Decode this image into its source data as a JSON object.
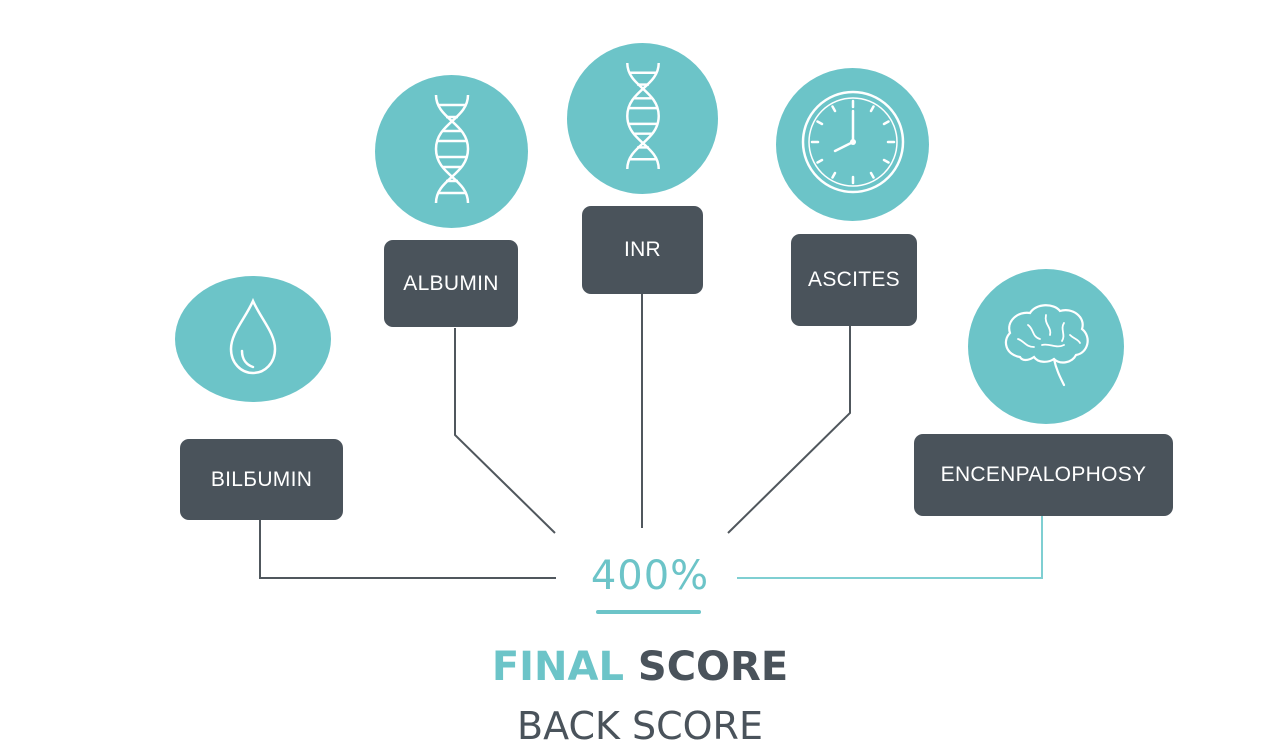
{
  "colors": {
    "teal": "#6cc4c8",
    "dark": "#4a535b",
    "connector": "#50575d",
    "accent_line": "#7fcfd2",
    "icon_stroke": "#ffffff"
  },
  "nodes": [
    {
      "label": "BILБUMIN",
      "icon": "droplet-icon"
    },
    {
      "label": "ALBUMIN",
      "icon": "dna-icon"
    },
    {
      "label": "INR",
      "icon": "dna-icon"
    },
    {
      "label": "ASCITES",
      "icon": "clock-icon"
    },
    {
      "label": "ENCENPALOPHOSY",
      "icon": "brain-icon"
    }
  ],
  "center": {
    "value": "400%",
    "title_part1": "FINAL",
    "title_part2": "SCORE",
    "cut_text": "BACK SCORE"
  }
}
